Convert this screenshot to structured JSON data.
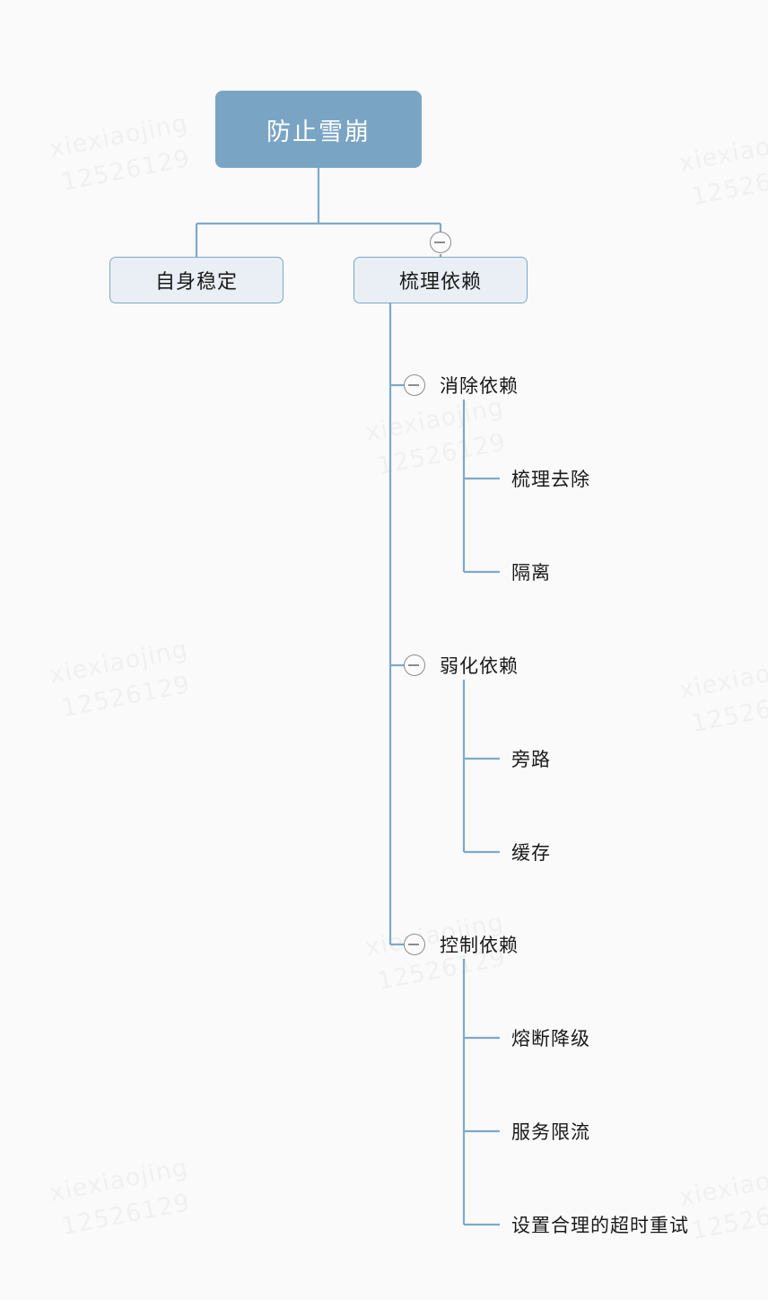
{
  "canvas": {
    "background": "#fafafa",
    "line_color": "#7ea9c8",
    "root_fill": "#7aa4c4",
    "node_fill": "#e9eff4",
    "node_border": "#7ea9c8",
    "toggle_color": "#8c8c8c",
    "text_color": "#1a1a1a"
  },
  "watermark": {
    "line1": "xiexiaojing",
    "line2": "12526129"
  },
  "mindmap": {
    "type": "tree",
    "root": {
      "label": "防止雪崩",
      "collapsed": false
    },
    "level2": [
      {
        "label": "自身稳定",
        "has_toggle": false,
        "collapsed": false
      },
      {
        "label": "梳理依赖",
        "has_toggle": true,
        "collapsed": false
      }
    ],
    "level3": [
      {
        "label": "消除依赖",
        "has_toggle": true
      },
      {
        "label": "弱化依赖",
        "has_toggle": true
      },
      {
        "label": "控制依赖",
        "has_toggle": true
      }
    ],
    "leaves": {
      "eliminate": [
        "梳理去除",
        "隔离"
      ],
      "weaken": [
        "旁路",
        "缓存"
      ],
      "control": [
        "熔断降级",
        "服务限流",
        "设置合理的超时重试"
      ]
    }
  }
}
